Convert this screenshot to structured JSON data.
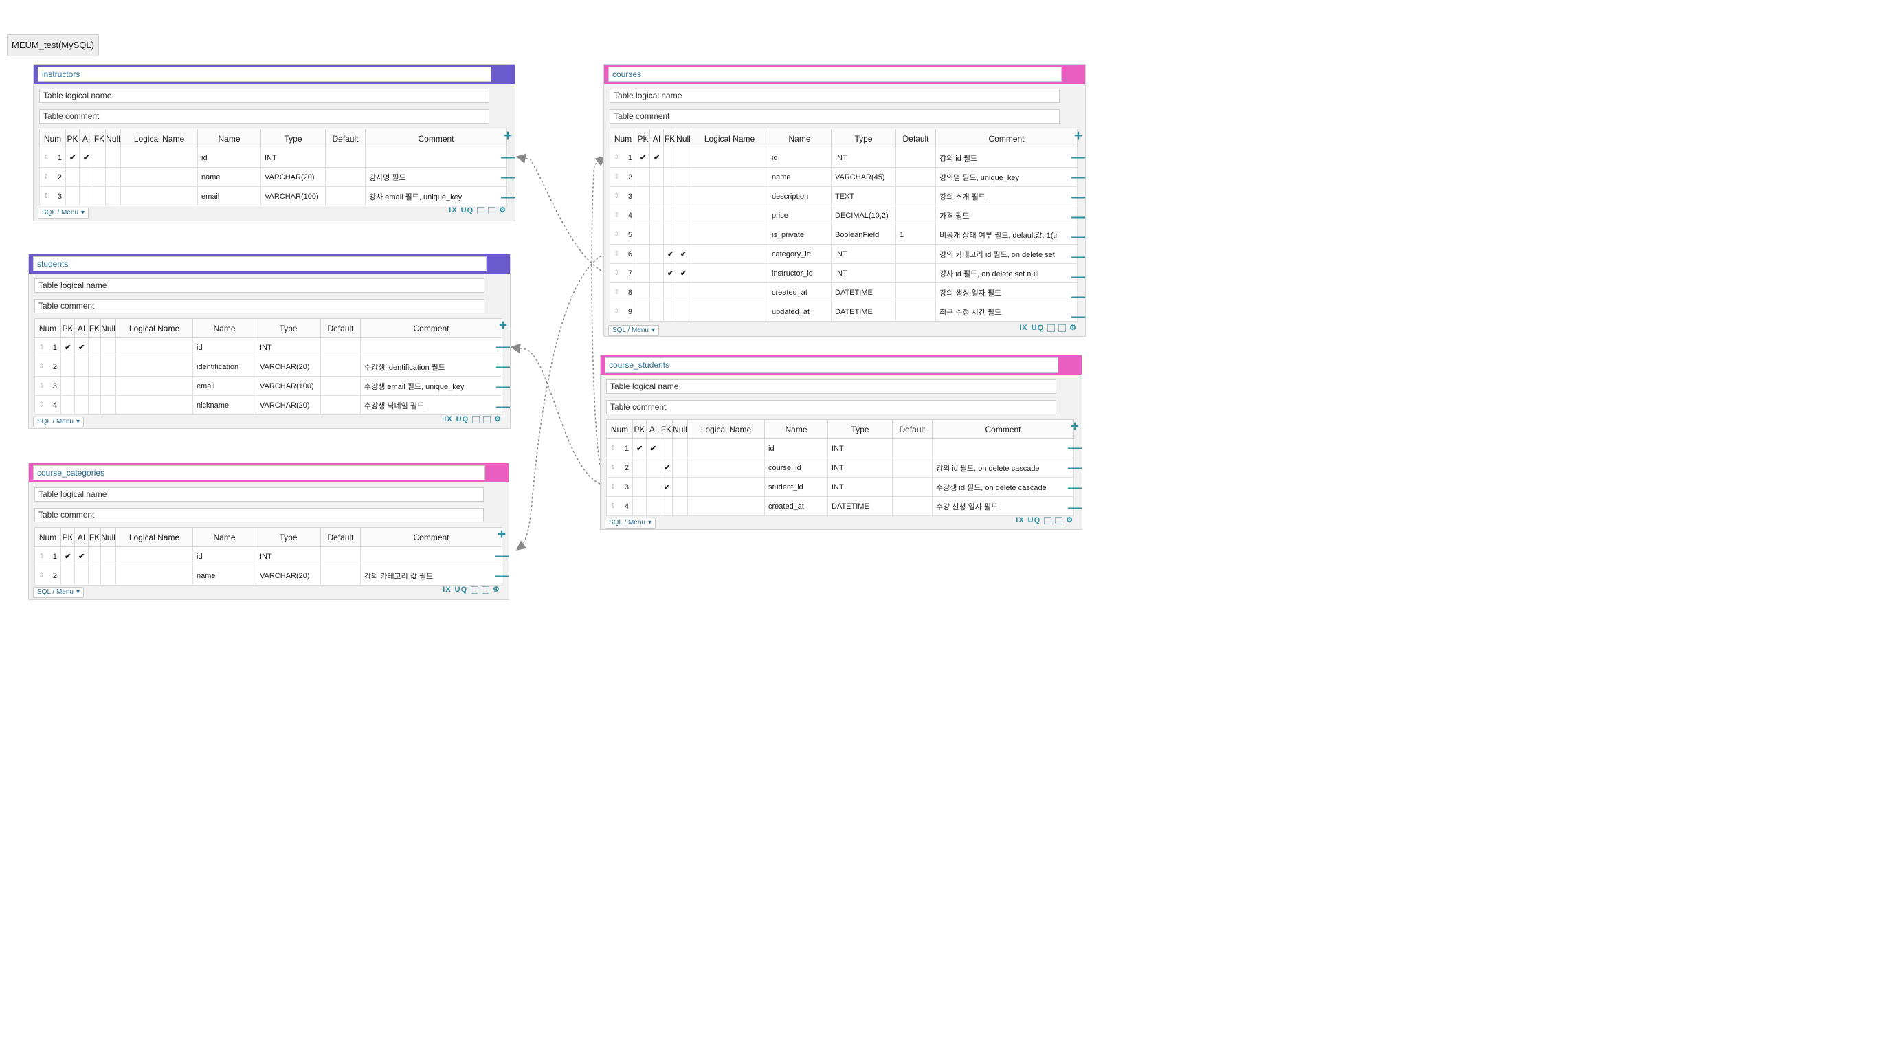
{
  "db_tab": "MEUM_test(MySQL)",
  "colors": {
    "purple": "#6a5acd",
    "pink": "#e95ec0",
    "check": "#2e8fa0",
    "link": "#2a6f96"
  },
  "common": {
    "logical_placeholder": "Table logical name",
    "comment_placeholder": "Table comment",
    "sql_menu": "SQL / Menu",
    "tool_ix": "IX",
    "tool_uq": "UQ",
    "check_glyph": "✔",
    "add_glyph": "+",
    "remove_glyph": "—",
    "sort_glyph": "⇕",
    "caret_glyph": "▾",
    "headers": [
      "Num",
      "PK",
      "AI",
      "FK",
      "Null",
      "Logical Name",
      "Name",
      "Type",
      "Default",
      "Comment"
    ]
  },
  "tables": {
    "instructors": {
      "name": "instructors",
      "color": "#6a5acd",
      "rows": [
        {
          "num": "1",
          "pk": true,
          "ai": true,
          "fk": false,
          "null": false,
          "name": "id",
          "type": "INT",
          "default": "",
          "comment": ""
        },
        {
          "num": "2",
          "pk": false,
          "ai": false,
          "fk": false,
          "null": false,
          "name": "name",
          "type": "VARCHAR(20)",
          "default": "",
          "comment": "강사명 필드"
        },
        {
          "num": "3",
          "pk": false,
          "ai": false,
          "fk": false,
          "null": false,
          "name": "email",
          "type": "VARCHAR(100)",
          "default": "",
          "comment": "강사 email 필드, unique_key"
        }
      ]
    },
    "students": {
      "name": "students",
      "color": "#6a5acd",
      "rows": [
        {
          "num": "1",
          "pk": true,
          "ai": true,
          "fk": false,
          "null": false,
          "name": "id",
          "type": "INT",
          "default": "",
          "comment": ""
        },
        {
          "num": "2",
          "pk": false,
          "ai": false,
          "fk": false,
          "null": false,
          "name": "identification",
          "type": "VARCHAR(20)",
          "default": "",
          "comment": "수강생 identification 필드"
        },
        {
          "num": "3",
          "pk": false,
          "ai": false,
          "fk": false,
          "null": false,
          "name": "email",
          "type": "VARCHAR(100)",
          "default": "",
          "comment": "수강생 email 필드, unique_key"
        },
        {
          "num": "4",
          "pk": false,
          "ai": false,
          "fk": false,
          "null": false,
          "name": "nickname",
          "type": "VARCHAR(20)",
          "default": "",
          "comment": "수강생 닉네임 필드"
        }
      ]
    },
    "course_categories": {
      "name": "course_categories",
      "color": "#e95ec0",
      "rows": [
        {
          "num": "1",
          "pk": true,
          "ai": true,
          "fk": false,
          "null": false,
          "name": "id",
          "type": "INT",
          "default": "",
          "comment": ""
        },
        {
          "num": "2",
          "pk": false,
          "ai": false,
          "fk": false,
          "null": false,
          "name": "name",
          "type": "VARCHAR(20)",
          "default": "",
          "comment": "강의 카테고리 값 필드"
        }
      ]
    },
    "courses": {
      "name": "courses",
      "color": "#e95ec0",
      "rows": [
        {
          "num": "1",
          "pk": true,
          "ai": true,
          "fk": false,
          "null": false,
          "name": "id",
          "type": "INT",
          "default": "",
          "comment": "강의 id 필드"
        },
        {
          "num": "2",
          "pk": false,
          "ai": false,
          "fk": false,
          "null": false,
          "name": "name",
          "type": "VARCHAR(45)",
          "default": "",
          "comment": "강의명 필드, unique_key"
        },
        {
          "num": "3",
          "pk": false,
          "ai": false,
          "fk": false,
          "null": false,
          "name": "description",
          "type": "TEXT",
          "default": "",
          "comment": "강의 소개 필드"
        },
        {
          "num": "4",
          "pk": false,
          "ai": false,
          "fk": false,
          "null": false,
          "name": "price",
          "type": "DECIMAL(10,2)",
          "default": "",
          "comment": "가격 필드"
        },
        {
          "num": "5",
          "pk": false,
          "ai": false,
          "fk": false,
          "null": false,
          "name": "is_private",
          "type": "BooleanField",
          "default": "1",
          "comment": "비공개 상태 여부 필드, default값: 1(tr"
        },
        {
          "num": "6",
          "pk": false,
          "ai": false,
          "fk": true,
          "null": true,
          "name": "category_id",
          "type": "INT",
          "default": "",
          "comment": "강의 카테고리 id 필드, on delete set"
        },
        {
          "num": "7",
          "pk": false,
          "ai": false,
          "fk": true,
          "null": true,
          "name": "instructor_id",
          "type": "INT",
          "default": "",
          "comment": "강사 id 필드, on delete set null"
        },
        {
          "num": "8",
          "pk": false,
          "ai": false,
          "fk": false,
          "null": false,
          "name": "created_at",
          "type": "DATETIME",
          "default": "",
          "comment": "강의 생성 일자 필드"
        },
        {
          "num": "9",
          "pk": false,
          "ai": false,
          "fk": false,
          "null": false,
          "name": "updated_at",
          "type": "DATETIME",
          "default": "",
          "comment": "최근 수정 시간 필드"
        }
      ]
    },
    "course_students": {
      "name": "course_students",
      "color": "#e95ec0",
      "rows": [
        {
          "num": "1",
          "pk": true,
          "ai": true,
          "fk": false,
          "null": false,
          "name": "id",
          "type": "INT",
          "default": "",
          "comment": ""
        },
        {
          "num": "2",
          "pk": false,
          "ai": false,
          "fk": true,
          "null": false,
          "name": "course_id",
          "type": "INT",
          "default": "",
          "comment": "강의 id 필드, on delete cascade"
        },
        {
          "num": "3",
          "pk": false,
          "ai": false,
          "fk": true,
          "null": false,
          "name": "student_id",
          "type": "INT",
          "default": "",
          "comment": "수강생 id 필드, on delete cascade"
        },
        {
          "num": "4",
          "pk": false,
          "ai": false,
          "fk": false,
          "null": false,
          "name": "created_at",
          "type": "DATETIME",
          "default": "",
          "comment": "수강 신청 일자 필드"
        }
      ]
    }
  },
  "relations": [
    {
      "from": "courses.instructor_id",
      "to": "instructors.id"
    },
    {
      "from": "courses.category_id",
      "to": "course_categories.id"
    },
    {
      "from": "course_students.course_id",
      "to": "courses.id"
    },
    {
      "from": "course_students.student_id",
      "to": "students.id"
    }
  ]
}
